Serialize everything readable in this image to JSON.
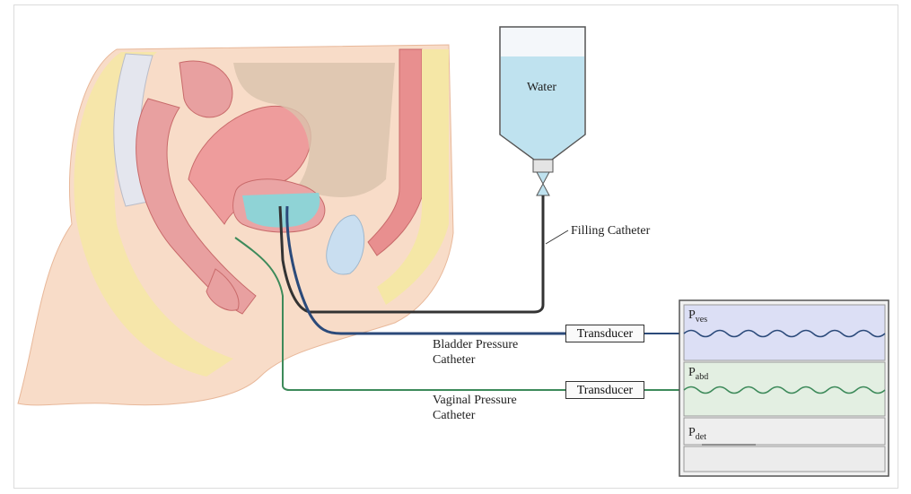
{
  "labels": {
    "water": "Water",
    "filling_catheter": "Filling Catheter",
    "bladder_catheter_line1": "Bladder Pressure",
    "bladder_catheter_line2": "Catheter",
    "vaginal_catheter_line1": "Vaginal Pressure",
    "vaginal_catheter_line2": "Catheter",
    "transducer_top": "Transducer",
    "transducer_bottom": "Transducer"
  },
  "channels": [
    {
      "main": "P",
      "sub": "ves"
    },
    {
      "main": "P",
      "sub": "abd"
    },
    {
      "main": "P",
      "sub": "det"
    }
  ],
  "colors": {
    "channel_ves_bg": "#dcdff5",
    "channel_abd_bg": "#e3efe2",
    "channel_det_bg": "#eeeeee",
    "bladder_line": "#2b4a7a",
    "vaginal_line": "#3d8a5a",
    "filling_line": "#333333",
    "water": "#bfe2ef"
  }
}
